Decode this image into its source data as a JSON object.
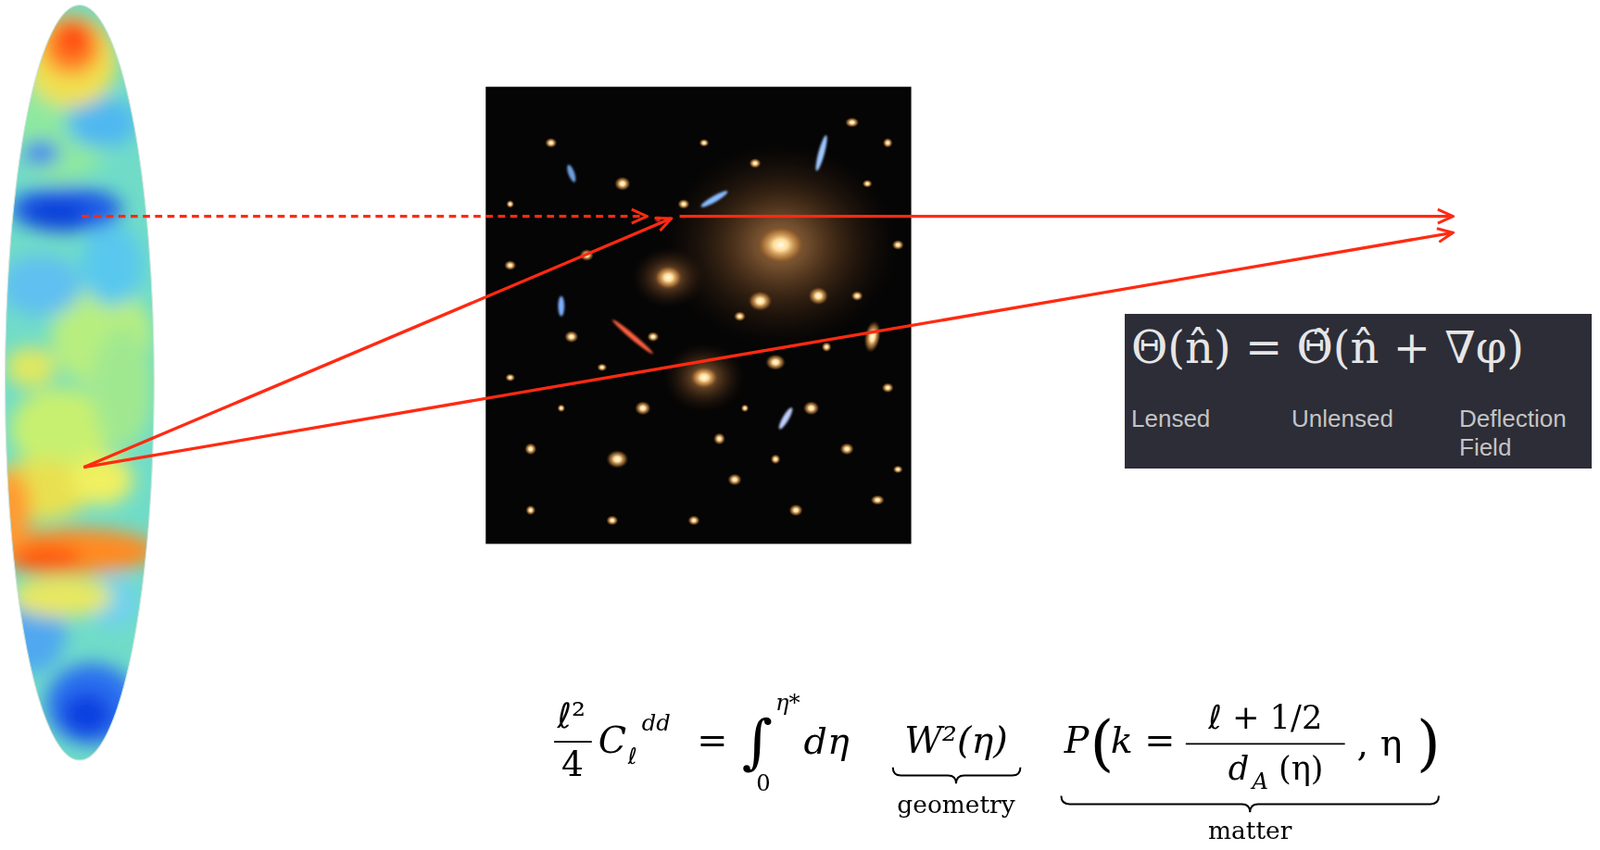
{
  "diagram": {
    "nodes": [
      {
        "text": [
          "Θ(n̂) = Θ̃(n̂ + ∇φ)",
          "Lensed",
          "Unlensed",
          "Deflection Field"
        ]
      }
    ],
    "labels": [
      "ℓ²",
      "4",
      "C",
      "ℓ",
      "dd",
      "=",
      "∫",
      "η*",
      "0",
      "dη",
      "W²(η)",
      "geometry",
      "P",
      "(",
      "k =",
      "ℓ + 1/2",
      "d",
      "A",
      "(η)",
      ", η",
      ")",
      "matter"
    ]
  }
}
